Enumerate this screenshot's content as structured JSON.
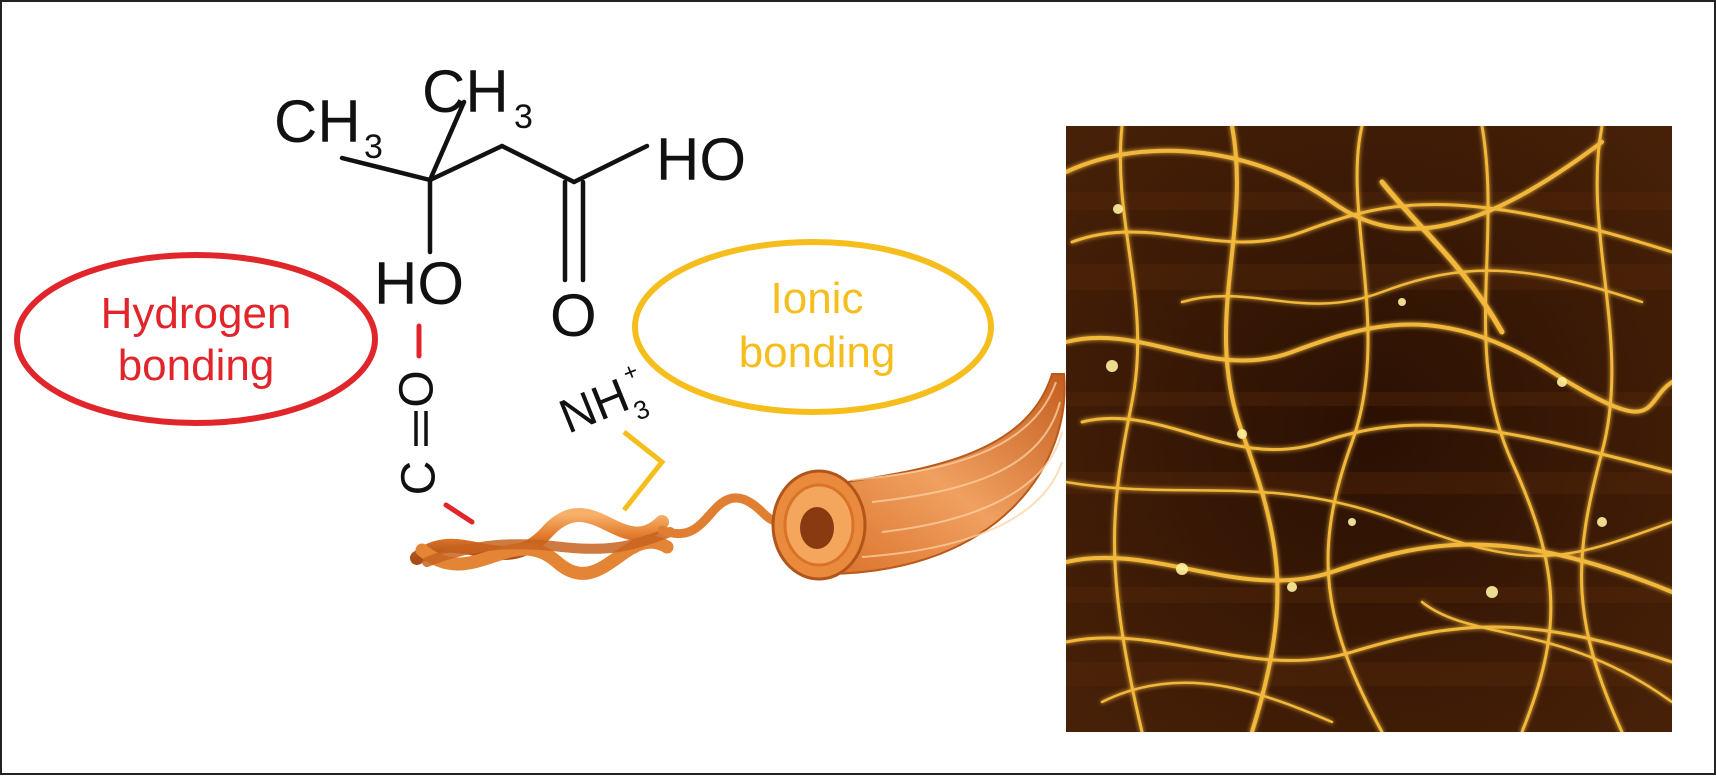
{
  "molecule": {
    "ch3_left": "CH",
    "ch3_top": "CH",
    "subscript_3": "3",
    "ho_acid": "HO",
    "ho_alcohol": "HO",
    "carbonyl_o": "O"
  },
  "interactions": {
    "hydrogen": {
      "line1": "Hydrogen",
      "line2": "bonding"
    },
    "ionic": {
      "line1": "Ionic",
      "line2": "bonding"
    }
  },
  "groups": {
    "carbonyl": {
      "c": "C",
      "o": "O"
    },
    "ammonium": {
      "nh": "NH",
      "sub": "3",
      "charge": "+"
    }
  },
  "colors": {
    "hydrogen_bond": "#e0262b",
    "ionic_bond": "#f5be1d",
    "fiber": "#e58a3a",
    "afm_background": "#3a1906",
    "afm_fibril": "#f2b83a"
  }
}
